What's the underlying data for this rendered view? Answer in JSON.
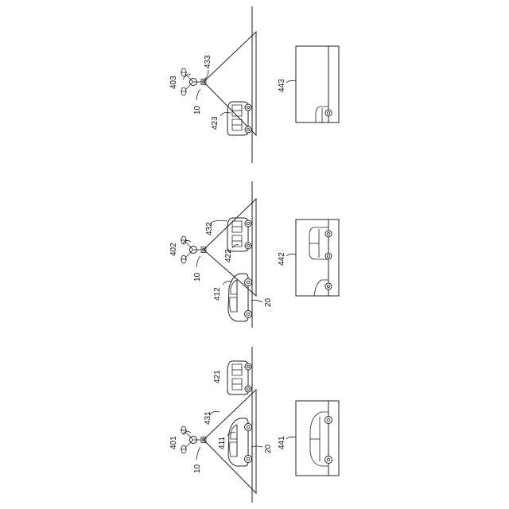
{
  "labels": {
    "drone_top": "403",
    "drone_mid": "402",
    "drone_bot": "401",
    "ref_10_top": "10",
    "ref_10_mid": "10",
    "ref_10_bot": "10",
    "fov_top": "433",
    "fov_mid": "432",
    "fov_bot": "431",
    "car_423": "423",
    "car_422": "422",
    "car_421": "421",
    "car_412": "412",
    "car_411": "411",
    "ref_20_mid": "20",
    "ref_20_bot": "20",
    "screen_top": "443",
    "screen_mid": "442",
    "screen_bot": "441"
  },
  "colors": {
    "line": "#222222",
    "background": "#ffffff"
  }
}
